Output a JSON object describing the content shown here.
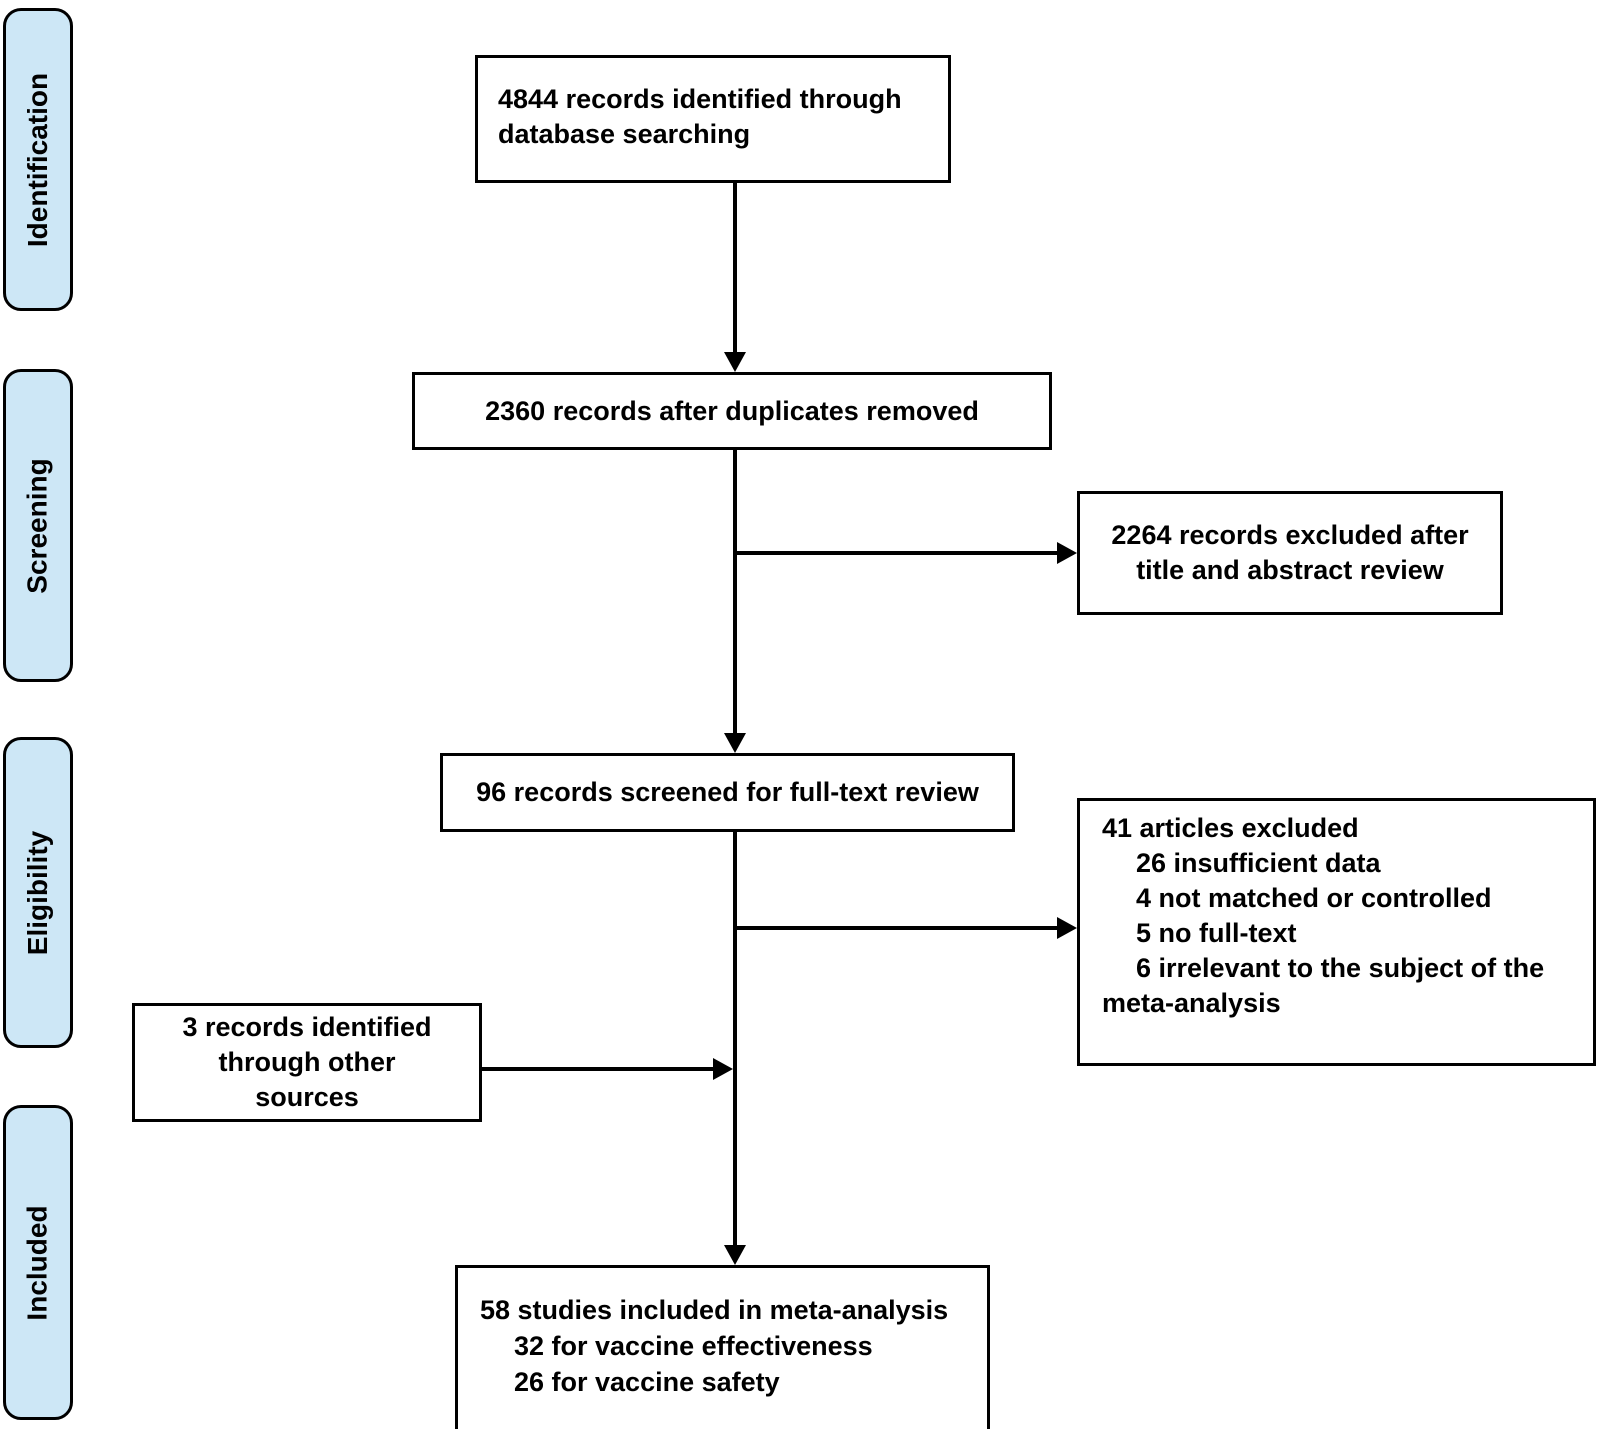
{
  "figure": {
    "kind": "study-selection-flow-diagram"
  },
  "colors": {
    "stage_fill": "#cde7f6",
    "box_fill": "#ffffff",
    "line": "#000000"
  },
  "stages": [
    {
      "id": "identification",
      "label": "Identification"
    },
    {
      "id": "screening",
      "label": "Screening"
    },
    {
      "id": "eligibility",
      "label": "Eligibility"
    },
    {
      "id": "included",
      "label": "Included"
    }
  ],
  "boxes": {
    "identified": {
      "text": "4844 records identified through database searching"
    },
    "after_duplicates": {
      "text": "2360 records after duplicates removed"
    },
    "excluded_title_abstract": {
      "text": "2264 records excluded after title and abstract review"
    },
    "screened_fulltext": {
      "text": "96 records screened for full-text review"
    },
    "excluded_fulltext": {
      "title": "41 articles excluded",
      "reasons": [
        "26 insufficient data",
        "4 not matched or controlled",
        "5 no full-text",
        "6 irrelevant to the subject of the meta-analysis"
      ]
    },
    "other_sources": {
      "text": "3 records identified through other sources"
    },
    "included_studies": {
      "title": "58 studies included in meta-analysis",
      "breakdown": [
        "32 for vaccine effectiveness",
        "26 for vaccine safety"
      ]
    }
  },
  "flow": [
    {
      "from": "identified",
      "to": "after_duplicates"
    },
    {
      "from": "after_duplicates",
      "to": "excluded_title_abstract"
    },
    {
      "from": "after_duplicates",
      "to": "screened_fulltext"
    },
    {
      "from": "screened_fulltext",
      "to": "excluded_fulltext"
    },
    {
      "from": "other_sources",
      "to": "included_studies"
    },
    {
      "from": "screened_fulltext",
      "to": "included_studies"
    }
  ]
}
